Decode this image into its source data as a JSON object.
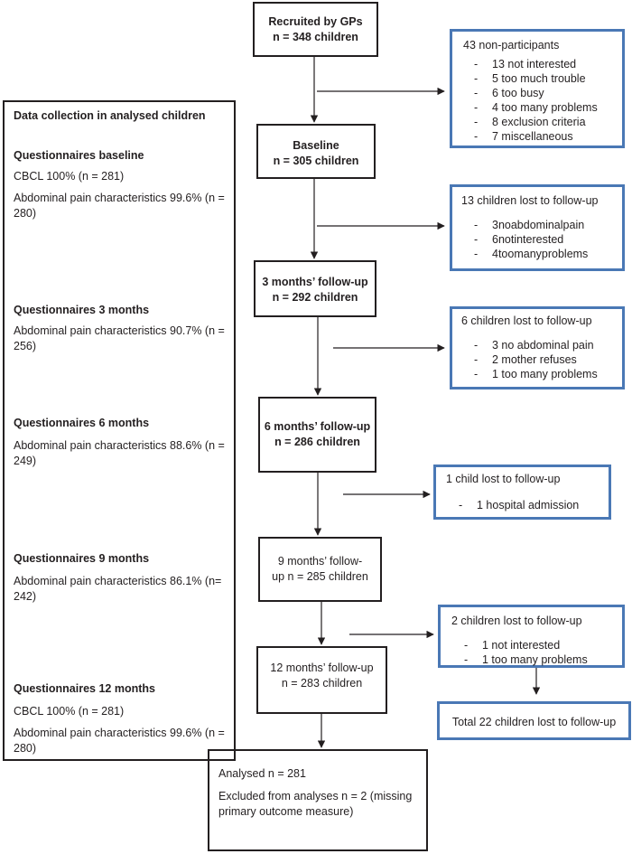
{
  "left_panel": {
    "title": "Data collection in analysed children",
    "sections": [
      {
        "heading": "Questionnaires baseline",
        "lines": [
          "CBCL 100% (n = 281)",
          "Abdominal pain characteristics 99.6% (n = 280)"
        ]
      },
      {
        "heading": "Questionnaires 3 months",
        "lines": [
          "Abdominal pain characteristics 90.7% (n = 256)"
        ]
      },
      {
        "heading": "Questionnaires 6 months",
        "lines": [
          "Abdominal pain characteristics 88.6% (n = 249)"
        ]
      },
      {
        "heading": "Questionnaires 9 months",
        "lines": [
          "Abdominal pain characteristics 86.1% (n= 242)"
        ]
      },
      {
        "heading": "Questionnaires 12 months",
        "lines": [
          "CBCL 100% (n = 281)",
          "Abdominal pain characteristics 99.6% (n = 280)"
        ]
      }
    ]
  },
  "main_flow": {
    "recruited": {
      "line1": "Recruited by GPs",
      "line2": "n = 348 children"
    },
    "baseline": {
      "line1": "Baseline",
      "line2": "n = 305 children"
    },
    "m3": {
      "line1": "3 months’ follow-up",
      "line2": "n = 292 children"
    },
    "m6": {
      "line1": "6 months’ follow-up",
      "line2": "n = 286 children"
    },
    "m9": {
      "line1": "9 months’ follow-",
      "line2": "up n = 285 children"
    },
    "m12": {
      "line1": "12 months’ follow-up",
      "line2": "n = 283 children"
    },
    "analysed": {
      "line1": "Analysed n = 281",
      "line2": "Excluded from analyses n = 2 (missing primary outcome measure)"
    }
  },
  "side_boxes": {
    "nonparticipants": {
      "title": "43 non-participants",
      "items": [
        "13 not interested",
        "5 too much trouble",
        "6 too busy",
        "4 too many problems",
        "8 exclusion criteria",
        "7 miscellaneous"
      ]
    },
    "lost1": {
      "title": "13 children lost to follow-up",
      "items": [
        "3noabdominalpain",
        "6notinterested",
        "4toomanyproblems"
      ]
    },
    "lost2": {
      "title": "6 children lost to follow-up",
      "items": [
        "3 no abdominal pain",
        "2 mother refuses",
        "1 too many problems"
      ]
    },
    "lost3": {
      "title": "1 child lost to follow-up",
      "items": [
        "1 hospital admission"
      ]
    },
    "lost4": {
      "title": "2 children lost to follow-up",
      "items": [
        "1 not interested",
        "1 too many problems"
      ]
    },
    "total": {
      "label": "Total 22 children lost to follow-up"
    }
  }
}
